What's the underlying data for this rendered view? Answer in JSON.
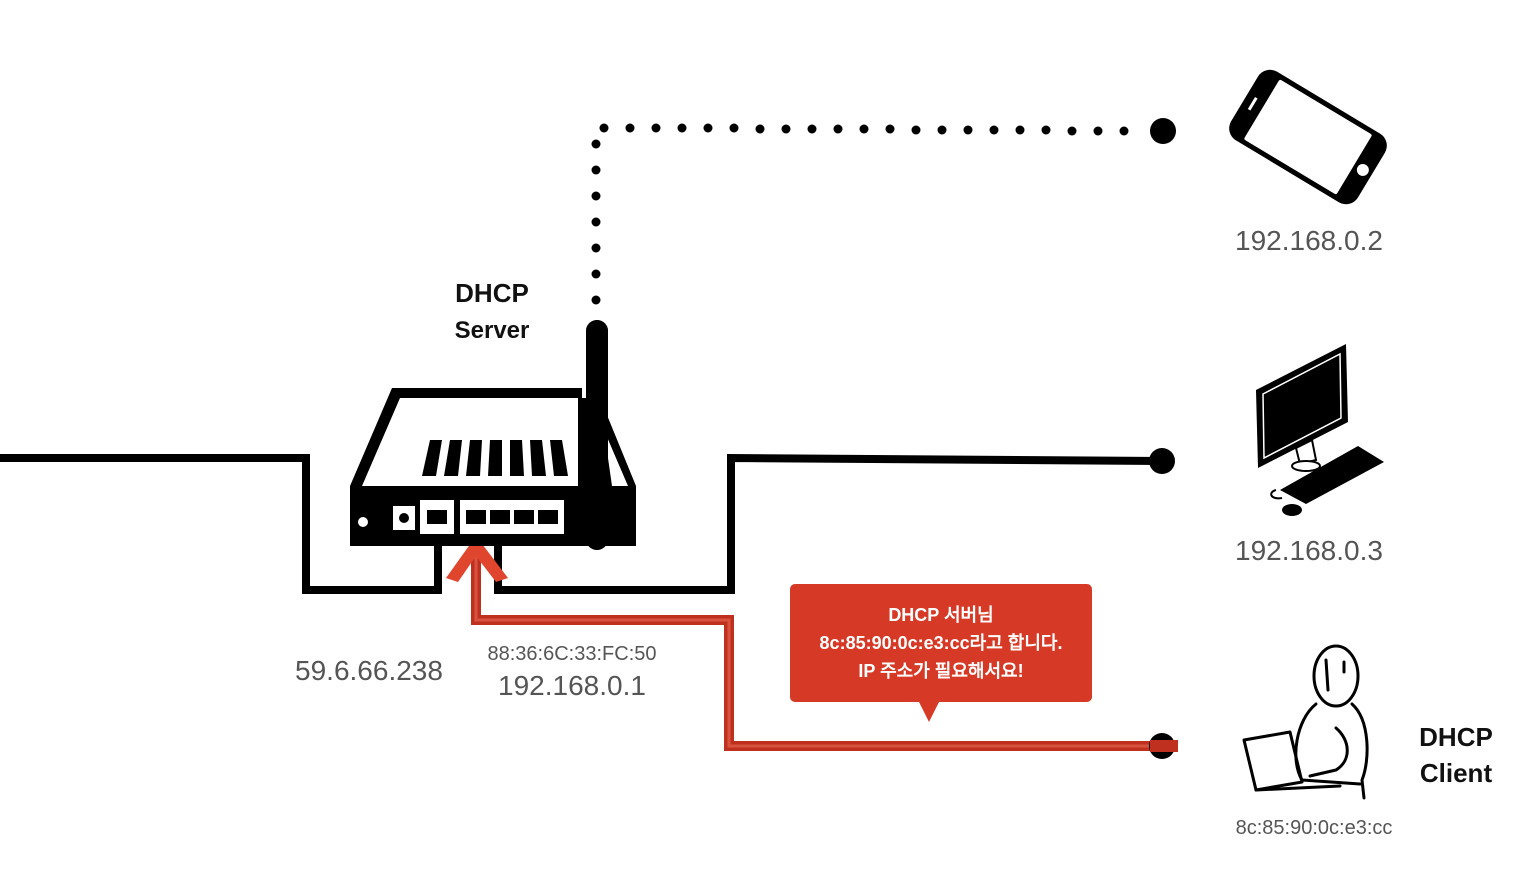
{
  "server": {
    "title_line1": "DHCP",
    "title_line2": "Server"
  },
  "router": {
    "wan_ip": "59.6.66.238",
    "lan_mac": "88:36:6C:33:FC:50",
    "lan_ip": "192.168.0.1"
  },
  "devices": {
    "phone": {
      "ip": "192.168.0.2",
      "icon": "smartphone-icon"
    },
    "desktop": {
      "ip": "192.168.0.3",
      "icon": "desktop-computer-icon"
    },
    "client": {
      "title_line1": "DHCP",
      "title_line2": "Client",
      "mac": "8c:85:90:0c:e3:cc",
      "icon": "person-laptop-icon"
    }
  },
  "message": {
    "line1": "DHCP 서버님",
    "line2": "8c:85:90:0c:e3:cc라고 합니다.",
    "line3": "IP 주소가 필요해서요!"
  },
  "colors": {
    "accent": "#d63a26",
    "line": "#000000"
  }
}
